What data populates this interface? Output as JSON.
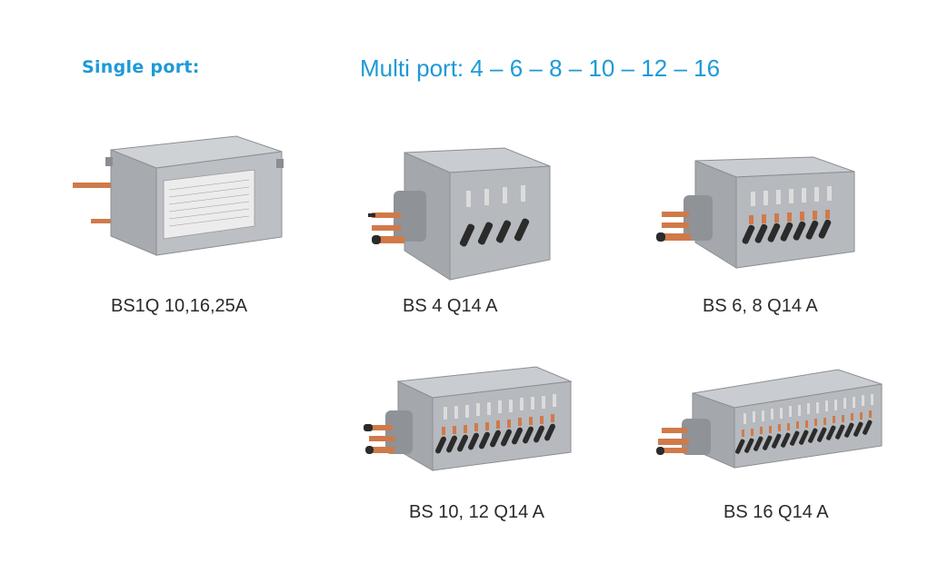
{
  "headings": {
    "single_port": "Single port:",
    "multi_port": "Multi port: 4 – 6 – 8 – 10 – 12 – 16"
  },
  "products": [
    {
      "model": "BS1Q 10,16,25A",
      "ports": 1
    },
    {
      "model": "BS 4 Q14 A",
      "ports": 4
    },
    {
      "model": "BS 6, 8 Q14 A",
      "ports": 8
    },
    {
      "model": "BS 10, 12 Q14 A",
      "ports": 12
    },
    {
      "model": "BS 16 Q14 A",
      "ports": 16
    }
  ],
  "colors": {
    "heading": "#1e9ad6",
    "caption": "#2a2a2a",
    "metal": "#b9bcc0",
    "copper": "#d07a4a",
    "insulation": "#2b2b2b"
  }
}
